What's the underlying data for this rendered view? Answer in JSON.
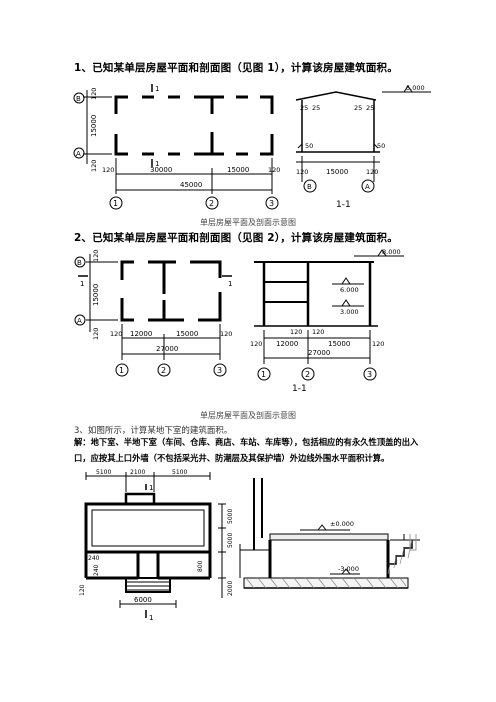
{
  "q1": {
    "title": "1、已知某单层房屋平面和剖面图（见图 1），计算该房屋建筑面积。",
    "caption": "单层房屋平面及剖面示意图",
    "plan": {
      "axes_v": [
        "B",
        "A"
      ],
      "axes_h": [
        "1",
        "2",
        "3"
      ],
      "dims_left": [
        "120",
        "15000",
        "120"
      ],
      "dims_bottom": [
        "120",
        "30000",
        "15000",
        "120"
      ],
      "total": "45000",
      "section_mark": "1"
    },
    "section": {
      "elev": "5.000",
      "dims_top": [
        "25",
        "25",
        "25",
        "25"
      ],
      "dim_side": "50",
      "dims_bottom": [
        "120",
        "15000",
        "120"
      ],
      "axes": [
        "B",
        "A"
      ],
      "label": "1-1"
    }
  },
  "q2": {
    "title": "2、已知某单层房屋平面和剖面图（见图 2），计算该房屋建筑面积。",
    "caption": "单层房屋平面及剖面示意图",
    "plan": {
      "axes_v": [
        "B",
        "A"
      ],
      "axes_h": [
        "1",
        "2",
        "3"
      ],
      "dims_left": [
        "120",
        "15000",
        "120"
      ],
      "dims_bottom": [
        "120",
        "12000",
        "15000",
        "120"
      ],
      "total": "27000",
      "section_mark": "1"
    },
    "section": {
      "elevs": [
        "8.000",
        "6.000",
        "3.000"
      ],
      "dims_top": [
        "120",
        "120"
      ],
      "dims_bottom": [
        "120",
        "12000",
        "15000",
        "120"
      ],
      "total": "27000",
      "axes": [
        "1",
        "2",
        "3"
      ],
      "label": "1-1"
    }
  },
  "q3": {
    "title": "3、如图所示，计算某地下室的建筑面积。",
    "explanation": "解：地下室、半地下室（车间、仓库、商店、车站、车库等），包括相应的有永久性顶盖的出入口，应按其上口外墙（不包括采光井、防潮层及其保护墙）外边线外围水平面积计算。",
    "plan": {
      "dims_top": [
        "5100",
        "2100",
        "5100"
      ],
      "dims_right": [
        "5000",
        "5000",
        "800",
        "2000"
      ],
      "dims_left": [
        "240",
        "240",
        "120"
      ],
      "dim_bottom": "6000",
      "section_mark": "1"
    },
    "section": {
      "elevs": [
        "±0.000",
        "-3.000"
      ]
    }
  }
}
